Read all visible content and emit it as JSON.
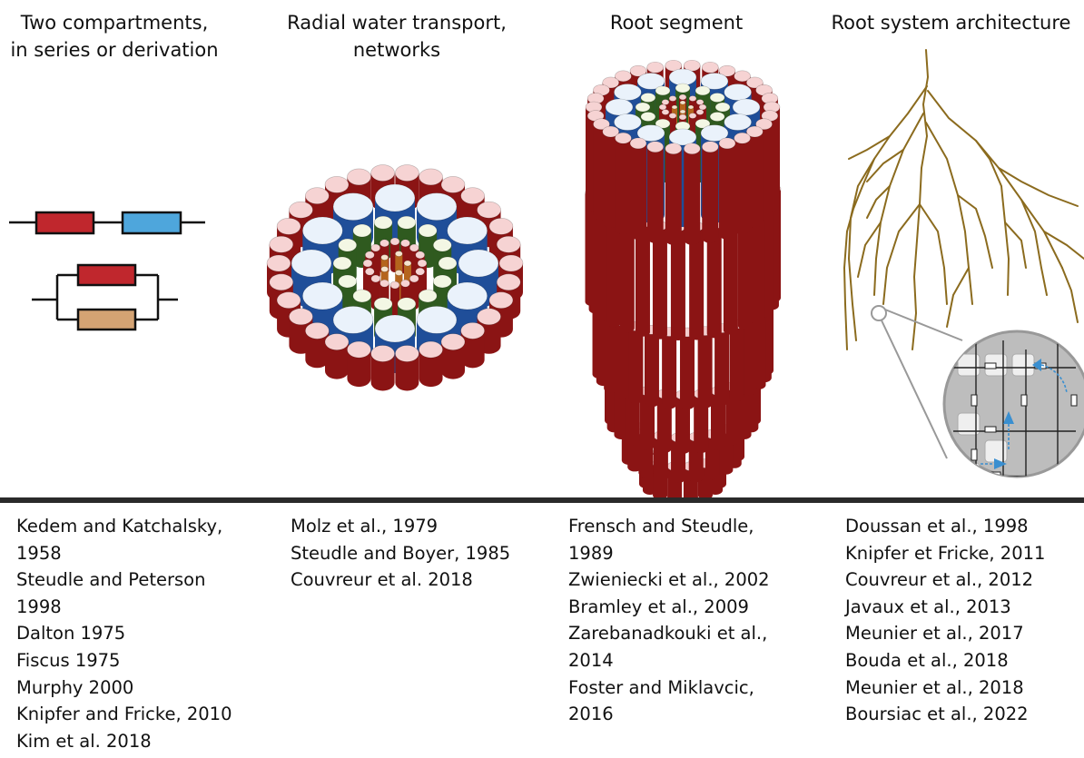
{
  "columns": [
    {
      "title": "Two compartments,\nin series or derivation",
      "references": [
        "Kedem and Katchalsky,\n1958",
        "Steudle and Peterson\n1998",
        "Dalton 1975",
        "Fiscus 1975",
        "Murphy 2000",
        "Knipfer and Fricke, 2010",
        "Kim et al. 2018"
      ]
    },
    {
      "title": "Radial water transport,\nnetworks",
      "references": [
        "Molz et al., 1979",
        "Steudle and Boyer, 1985",
        "Couvreur et al. 2018"
      ]
    },
    {
      "title": "Root segment",
      "references": [
        "Frensch and Steudle,\n1989",
        "Zwieniecki et al., 2002",
        "Bramley et al., 2009",
        "Zarebanadkouki et al.,\n2014",
        "Foster and Miklavcic,\n2016"
      ]
    },
    {
      "title": "Root system architecture",
      "references": [
        "Doussan et al., 1998",
        "Knipfer et Fricke, 2011",
        "Couvreur et al., 2012",
        "Javaux et al., 2013",
        "Meunier et al., 2017",
        "Bouda et al., 2018",
        "Meunier et al., 2018",
        "Boursiac et al., 2022"
      ]
    }
  ],
  "colors": {
    "series_resistor_1": "#c0272d",
    "series_resistor_2": "#4ea6dc",
    "parallel_resistor_1": "#c0272d",
    "parallel_resistor_2": "#d4a373",
    "epidermis_cortex": "#8b1414",
    "endodermis": "#1f4e99",
    "pericycle": "#2f5a1f",
    "xylem": "#b5651d",
    "root_branches": "#8b6b1e"
  }
}
